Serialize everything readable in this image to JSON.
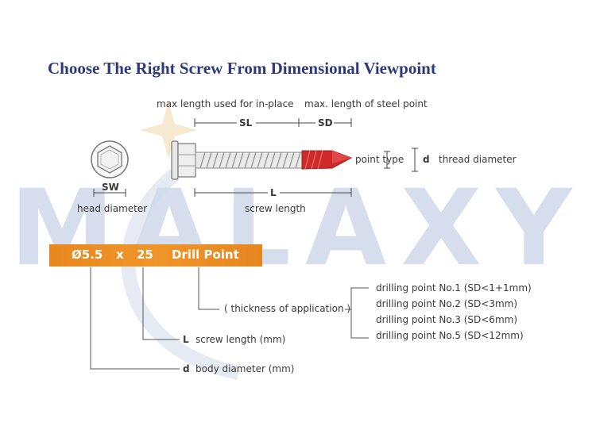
{
  "title": "Choose The Right Screw From Dimensional Viewpoint",
  "watermark": "MALAXY",
  "screw_diagram": {
    "sl_caption": "max length used for in-place",
    "sd_caption": "max. length of steel point",
    "sl_label": "SL",
    "sd_label": "SD",
    "l_label": "L",
    "screw_length_caption": "screw length",
    "sw_label": "SW",
    "head_diameter_caption": "head diameter",
    "point_type_caption": "point type",
    "d_label": "d",
    "thread_diameter_caption": "thread diameter"
  },
  "spec_bar": {
    "diameter": "Ø5.5",
    "times": "x",
    "length": "25",
    "point": "Drill Point",
    "color": "#ef8f25"
  },
  "callouts": {
    "thickness": "( thickness of application )",
    "l_letter": "L",
    "screw_length_mm": "screw length (mm)",
    "d_letter": "d",
    "body_diameter_mm": "body diameter (mm)"
  },
  "drilling_points": [
    "drilling point No.1 (SD<1+1mm)",
    "drilling point No.2 (SD<3mm)",
    "drilling point No.3 (SD<6mm)",
    "drilling point No.5 (SD<12mm)"
  ],
  "colors": {
    "title": "#2c3a7c",
    "point_red": "#cf2a2a",
    "watermark": "#c9d3e8"
  }
}
